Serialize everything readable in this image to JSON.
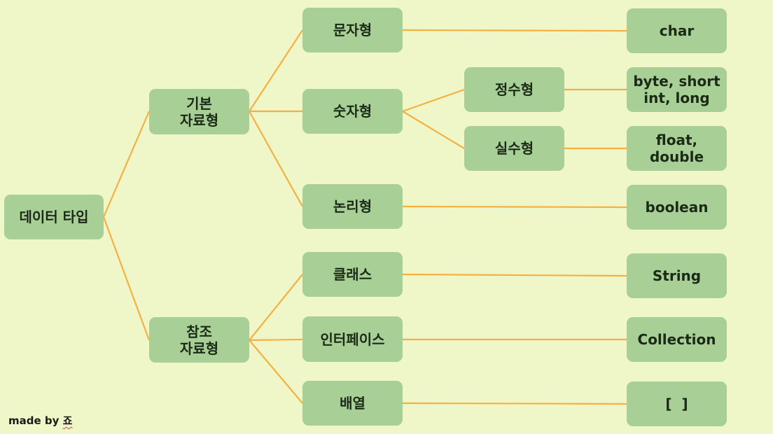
{
  "colors": {
    "background": "#eff7c9",
    "node_fill": "#a8d096",
    "connector": "#f5b041",
    "text": "#1a2a16"
  },
  "nodes": {
    "root": "데이터 타입",
    "primitive": "기본\n자료형",
    "reference": "참조\n자료형",
    "char_type": "문자형",
    "numeric_type": "숫자형",
    "boolean_type": "논리형",
    "integer_type": "정수형",
    "float_type": "실수형",
    "class_type": "클래스",
    "interface_type": "인터페이스",
    "array_type": "배열",
    "char": "char",
    "integers": "byte, short\nint, long",
    "floats": "float,\ndouble",
    "boolean": "boolean",
    "string": "String",
    "collection": "Collection",
    "array": "[  ]"
  },
  "credit": {
    "prefix": "made by ",
    "signature": "죠"
  }
}
